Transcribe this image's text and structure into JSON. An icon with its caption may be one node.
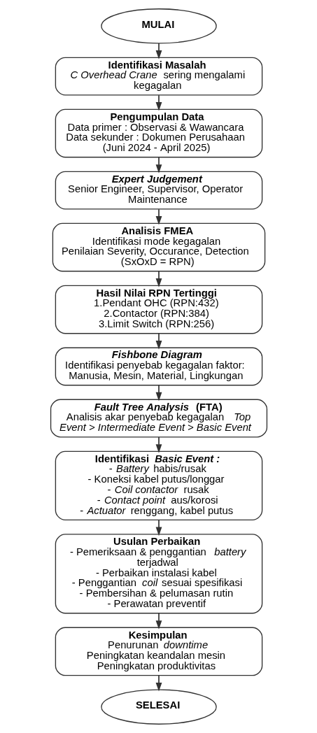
{
  "diagram": {
    "nodes": [
      {
        "text": [
          "MULAI"
        ]
      },
      {
        "text": [
          "Identifikasi Masalah",
          "*C Overhead Crane* sering mengalami kegagalan"
        ]
      },
      {
        "text": [
          "Pengumpulan Data",
          "Data primer : Observasi & Wawancara",
          "Data sekunder : Dokumen Perusahaan",
          "(Juni 2024 - April 2025)"
        ]
      },
      {
        "text": [
          "*Expert Judgement*",
          "Senior Engineer, Supervisor, Operator Maintenance"
        ]
      },
      {
        "text": [
          "Analisis FMEA",
          "Identifikasi mode kegagalan",
          "Penilaian Severity, Occurance, Detection (SxOxD = RPN)"
        ]
      },
      {
        "text": [
          "Hasil Nilai RPN Tertinggi",
          "1.Pendant OHC (RPN:432)",
          "2.Contactor (RPN:384)",
          "3.Limit Switch (RPN:256)"
        ]
      },
      {
        "text": [
          "*Fishbone Diagram*",
          "Identifikasi penyebab kegagalan faktor: Manusia, Mesin, Material, Lingkungan"
        ]
      },
      {
        "text": [
          "*Fault Tree Analysis* (FTA)",
          "Analisis akar penyebab kegagalan *Top Event > Intermediate Event > Basic Event*"
        ]
      },
      {
        "text": [
          "Identifikasi *Basic Event :*",
          "- *Battery* habis/rusak",
          "- Koneksi kabel putus/longgar",
          "- *Coil contactor* rusak",
          "- *Contact point* aus/korosi",
          "- *Actuator* renggang, kabel putus"
        ]
      },
      {
        "text": [
          "Usulan Perbaikan",
          "- Pemeriksaan & penggantian *battery* terjadwal",
          "- Perbaikan instalasi kabel",
          "- Penggantian *coil* sesuai spesifikasi",
          "- Pembersihan & pelumasan rutin",
          "- Perawatan preventif"
        ]
      },
      {
        "text": [
          "Kesimpulan",
          "Penurunan *downtime*",
          "Peningkatan keandalan mesin",
          "Peningkatan produktivitas"
        ]
      },
      {
        "text": [
          "SELESAI"
        ]
      }
    ],
    "edges": [
      {
        "from": 0,
        "to": 1,
        "arrow": "to"
      },
      {
        "from": 1,
        "to": 2,
        "arrow": "to"
      },
      {
        "from": 2,
        "to": 3,
        "arrow": "to"
      },
      {
        "from": 3,
        "to": 4,
        "arrow": "to"
      },
      {
        "from": 4,
        "to": 5,
        "arrow": "to"
      },
      {
        "from": 5,
        "to": 6,
        "arrow": "to"
      },
      {
        "from": 6,
        "to": 7,
        "arrow": "to"
      },
      {
        "from": 7,
        "to": 8,
        "arrow": "to"
      },
      {
        "from": 8,
        "to": 9,
        "arrow": "to"
      },
      {
        "from": 9,
        "to": 10,
        "arrow": "to"
      },
      {
        "from": 10,
        "to": 11,
        "arrow": "to"
      }
    ]
  }
}
